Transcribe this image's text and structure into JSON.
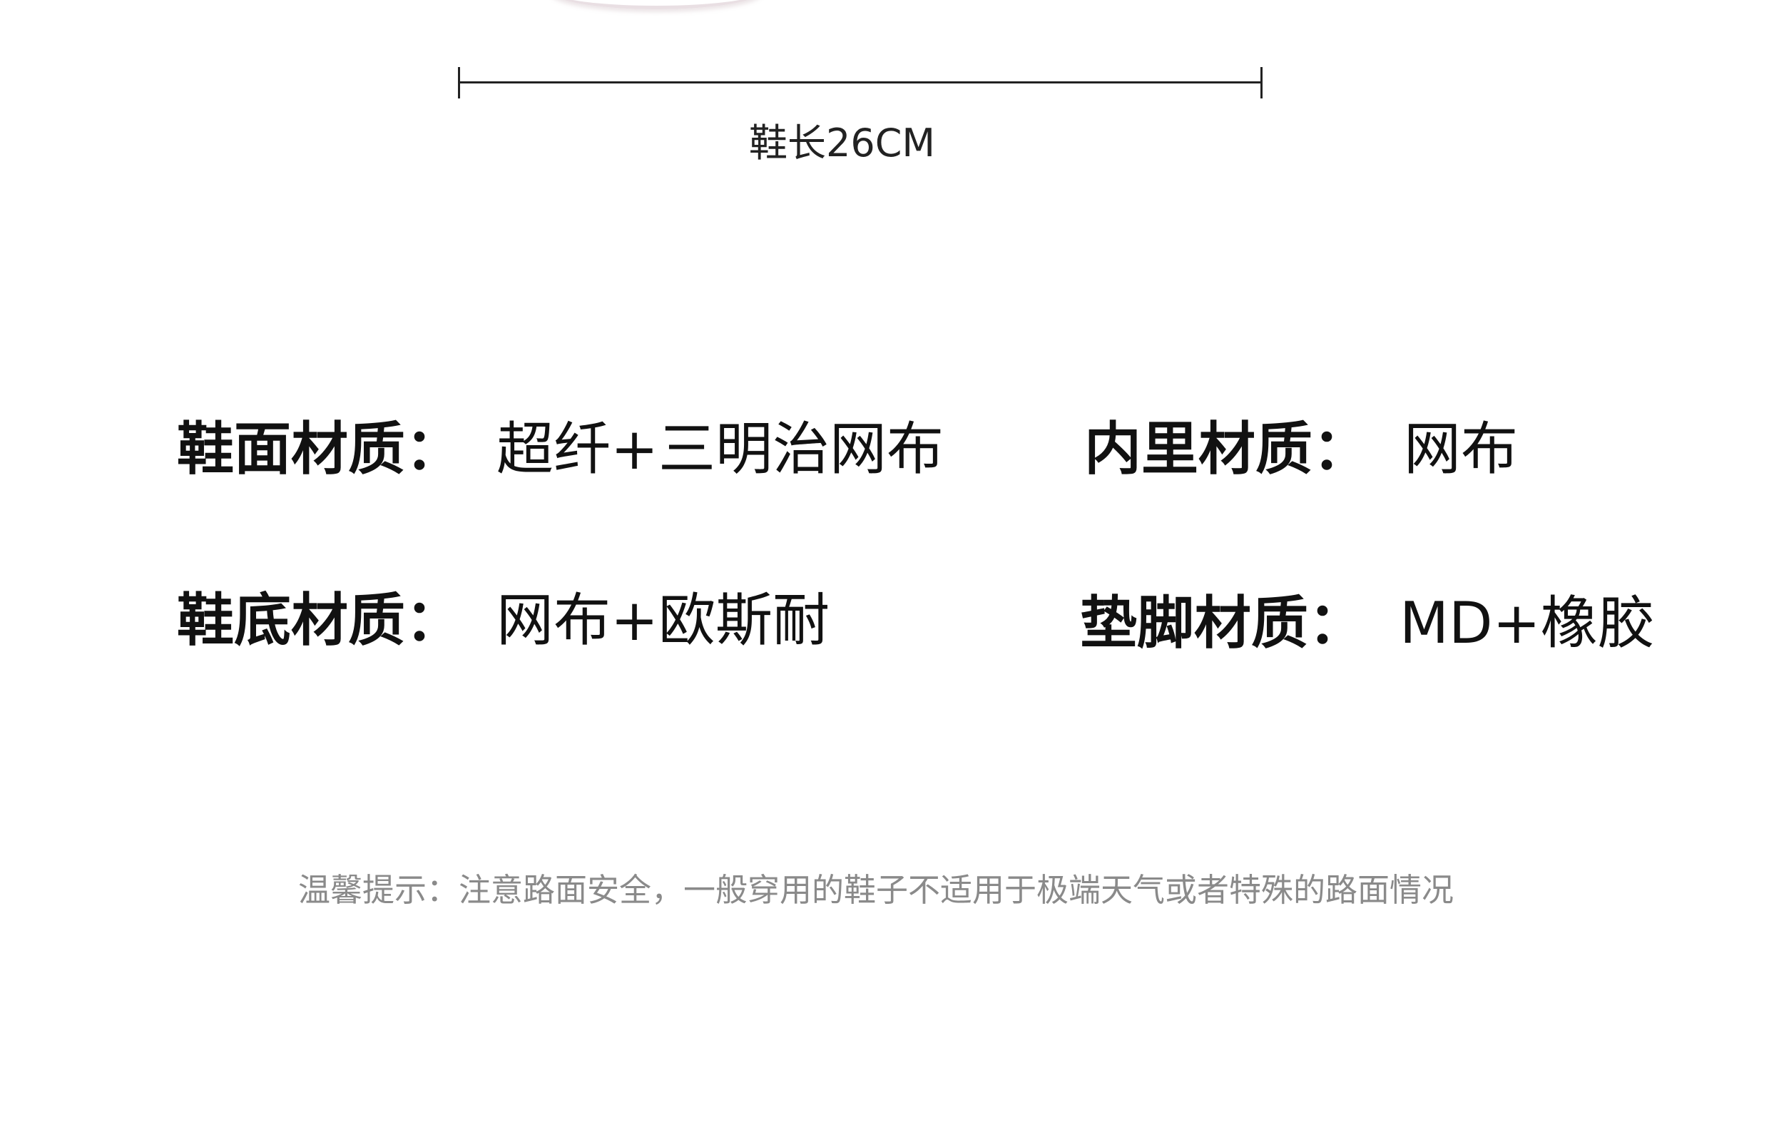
{
  "measure": {
    "label": "鞋长26CM"
  },
  "specs": {
    "upper": {
      "label": "鞋面材质：",
      "value": "超纤+三明治网布"
    },
    "lining": {
      "label": "内里材质：",
      "value": "网布"
    },
    "sole": {
      "label": "鞋底材质：",
      "value": "网布+欧斯耐"
    },
    "insole": {
      "label": "垫脚材质：",
      "value": "MD+橡胶"
    }
  },
  "tip": {
    "text": "温馨提示：注意路面安全，一般穿用的鞋子不适用于极端天气或者特殊的路面情况"
  }
}
